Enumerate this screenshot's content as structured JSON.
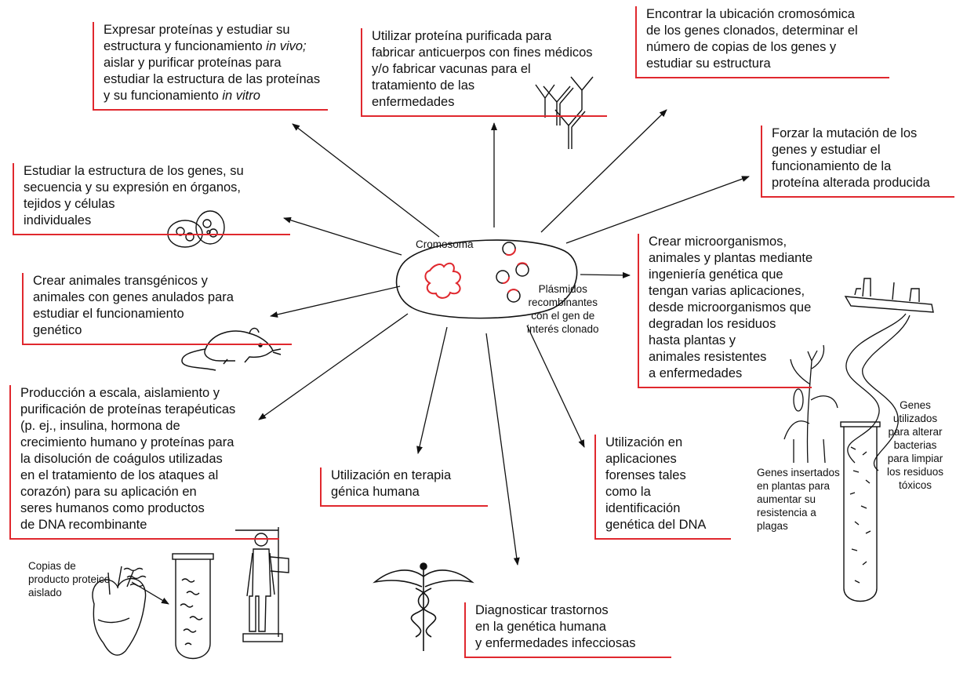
{
  "cell": {
    "chromosome_label": "Cromosoma",
    "plasmid_label": [
      "Plásmidos",
      "recombinantes",
      "con el gen de",
      "interés clonado"
    ]
  },
  "boxes": {
    "proteins": [
      "Expresar proteínas y estudiar su",
      "estructura y funcionamiento ",
      "in vivo;",
      "aislar y purificar proteínas para",
      "estudiar la estructura de las proteínas",
      "y su funcionamiento ",
      "in vitro"
    ],
    "antibodies": [
      "Utilizar proteína purificada para",
      "fabricar anticuerpos con fines médicos",
      "y/o fabricar vacunas para el",
      "tratamiento de las",
      "enfermedades"
    ],
    "chromosomal": [
      "Encontrar la ubicación cromosómica",
      "de los genes clonados, determinar el",
      "número de copias de los genes y",
      "estudiar su estructura"
    ],
    "mutation": [
      "Forzar la mutación de los",
      "genes y estudiar el",
      "funcionamiento de la",
      "proteína alterada producida"
    ],
    "gene_structure": [
      "Estudiar la estructura de los genes, su",
      "secuencia y su expresión en órganos,",
      "tejidos y células",
      "individuales"
    ],
    "microorganisms": [
      "Crear microorganismos,",
      "animales y plantas mediante",
      "ingeniería genética que",
      "tengan varias aplicaciones,",
      "desde microorganismos que",
      "degradan los residuos",
      "hasta plantas y",
      "animales resistentes",
      "a enfermedades"
    ],
    "transgenic": [
      "Crear animales transgénicos y",
      "animales con genes anulados para",
      "estudiar el funcionamiento",
      "genético"
    ],
    "therapeutic": [
      "Producción a escala, aislamiento y",
      "purificación de proteínas terapéuticas",
      "(p. ej., insulina, hormona de",
      "crecimiento humano y proteínas para",
      "la disolución de coágulos utilizadas",
      "en el tratamiento de los ataques al",
      "corazón) para su aplicación en",
      "seres humanos  como productos",
      "de DNA recombinante"
    ],
    "gene_therapy": [
      "Utilización en terapia",
      "génica humana"
    ],
    "forensic": [
      "Utilización en",
      "aplicaciones",
      "forenses tales",
      "como la",
      "identificación",
      "genética del DNA"
    ],
    "diagnosis": [
      "Diagnosticar trastornos",
      "en la genética humana",
      "y enfermedades infecciosas"
    ]
  },
  "captions": {
    "protein_copies": [
      "Copias de",
      "producto proteico",
      "aislado"
    ],
    "plant_genes": [
      "Genes insertados",
      "en plantas para",
      "aumentar su",
      "resistencia a",
      "plagas"
    ],
    "bacteria_genes": [
      "Genes",
      "utilizados",
      "para alterar",
      "bacterias",
      "para limpiar",
      "los residuos",
      "tóxicos"
    ]
  },
  "colors": {
    "accent": "#e0282e",
    "ink": "#111111"
  }
}
